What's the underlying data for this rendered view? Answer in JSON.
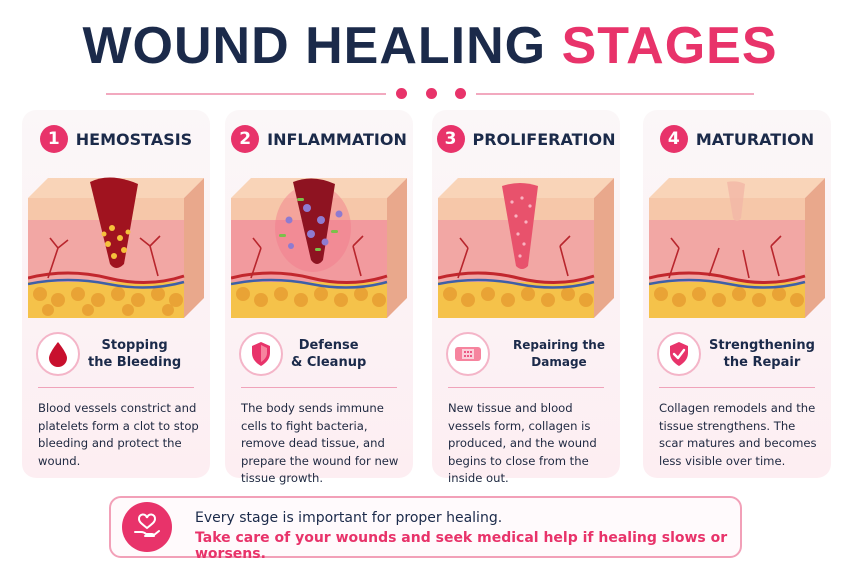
{
  "header": {
    "title_part1": "WOUND HEALING",
    "title_part2": "STAGES"
  },
  "colors": {
    "accent": "#e8336a",
    "navy": "#1b2a4a",
    "blood": "#a0131f",
    "skin": "#f6c7a9",
    "fat": "#f5c24a"
  },
  "stages": [
    {
      "number": "1",
      "name": "HEMOSTASIS",
      "icon": "blood-drop-icon",
      "subtitle_line1": "Stopping",
      "subtitle_line2": "the Bleeding",
      "description": "Blood vessels constrict and platelets form a clot to stop bleeding and protect the wound."
    },
    {
      "number": "2",
      "name": "INFLAMMATION",
      "icon": "shield-icon",
      "subtitle_line1": "Defense",
      "subtitle_line2": "& Cleanup",
      "description": "The body sends immune cells to fight bacteria, remove dead tissue, and prepare the wound for new tissue growth."
    },
    {
      "number": "3",
      "name": "PROLIFERATION",
      "icon": "bandage-icon",
      "subtitle_line1": "Repairing the Damage",
      "subtitle_line2": "",
      "description": "New tissue and blood vessels form, collagen is produced, and the wound begins to close from the inside out."
    },
    {
      "number": "4",
      "name": "MATURATION",
      "icon": "shield-check-icon",
      "subtitle_line1": "Strengthening",
      "subtitle_line2": "the Repair",
      "description": "Collagen remodels and the tissue strengthens. The scar matures and becomes less visible over time."
    }
  ],
  "footer": {
    "icon": "heart-hand-icon",
    "line1": "Every stage is important for proper healing.",
    "line2": "Take care of your wounds and seek medical help if healing slows or worsens."
  }
}
